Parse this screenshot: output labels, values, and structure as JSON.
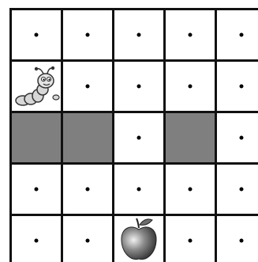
{
  "board": {
    "rows": 5,
    "cols": 5,
    "cells": [
      [
        "dot",
        "dot",
        "dot",
        "dot",
        "dot"
      ],
      [
        "worm",
        "dot",
        "dot",
        "dot",
        "dot"
      ],
      [
        "wall",
        "wall",
        "dot",
        "wall",
        "dot"
      ],
      [
        "dot",
        "dot",
        "dot",
        "dot",
        "dot"
      ],
      [
        "dot",
        "dot",
        "apple",
        "dot",
        "dot"
      ]
    ],
    "player": {
      "row": 1,
      "col": 0,
      "icon": "worm-icon"
    },
    "goal": {
      "row": 4,
      "col": 2,
      "icon": "apple-icon"
    }
  },
  "colors": {
    "grid_line": "#111111",
    "wall": "#7f7f7f",
    "cell": "#ffffff",
    "dot": "#000000"
  }
}
